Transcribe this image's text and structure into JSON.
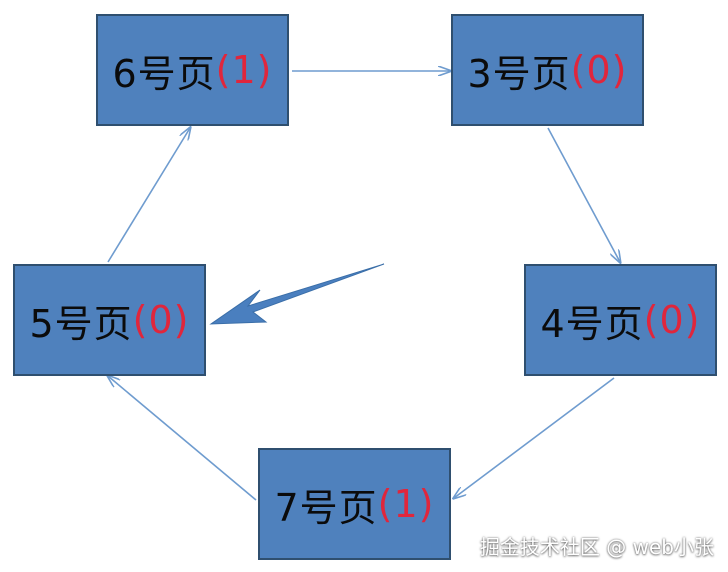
{
  "nodes": {
    "n6": {
      "label": "6号页",
      "count": "(1)"
    },
    "n3": {
      "label": "3号页",
      "count": "(0)"
    },
    "n4": {
      "label": "4号页",
      "count": "(0)"
    },
    "n7": {
      "label": "7号页",
      "count": "(1)"
    },
    "n5": {
      "label": "5号页",
      "count": "(0)"
    }
  },
  "colors": {
    "node_fill": "#4f81bd",
    "node_border": "#2f4f6f",
    "count_text": "#e0263c",
    "edge": "#6f9ccf",
    "pointer": "#4a7fbf"
  },
  "watermark": "掘金技术社区 @ web小张"
}
